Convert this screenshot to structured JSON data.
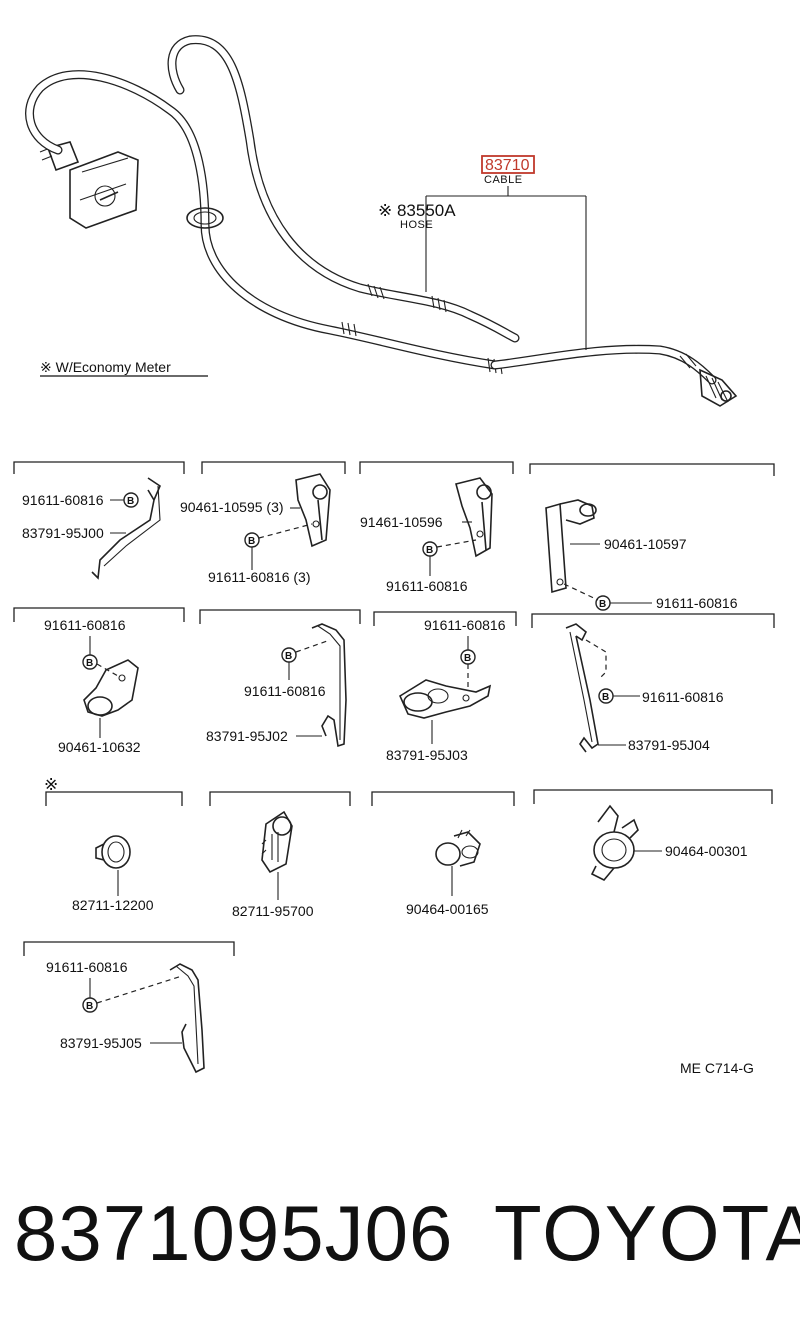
{
  "top": {
    "cable_part": "83710",
    "cable_label": "CABLE",
    "hose_part": "※ 83550A",
    "hose_label": "HOSE",
    "economy_note": "※ W/Economy Meter"
  },
  "bolt_symbol": "B",
  "row1": {
    "g1": {
      "bolt": "91611-60816",
      "wire": "83791-95J00"
    },
    "g2": {
      "clamp": "90461-10595 (3)",
      "bolt": "91611-60816 (3)"
    },
    "g3": {
      "clamp": "91461-10596",
      "bolt": "91611-60816"
    },
    "g4": {
      "clamp": "90461-10597",
      "bolt": "91611-60816"
    }
  },
  "row2": {
    "g1": {
      "bolt": "91611-60816",
      "clamp": "90461-10632"
    },
    "g2": {
      "bolt": "91611-60816",
      "wire": "83791-95J02"
    },
    "g3": {
      "bolt": "91611-60816",
      "wire": "83791-95J03"
    },
    "g4": {
      "bolt": "91611-60816",
      "wire": "83791-95J04"
    }
  },
  "row3": {
    "asterisk": "※",
    "g1": {
      "part": "82711-12200"
    },
    "g2": {
      "part": "82711-95700"
    },
    "g3": {
      "part": "90464-00165"
    },
    "g4": {
      "part": "90464-00301"
    }
  },
  "row4": {
    "g1": {
      "bolt": "91611-60816",
      "wire": "83791-95J05"
    }
  },
  "diagram_code": "ME  C714-G",
  "footer": {
    "part_number": "8371095J06",
    "brand": "TOYOTA"
  },
  "colors": {
    "highlight": "#c0392b",
    "ink": "#111111"
  }
}
